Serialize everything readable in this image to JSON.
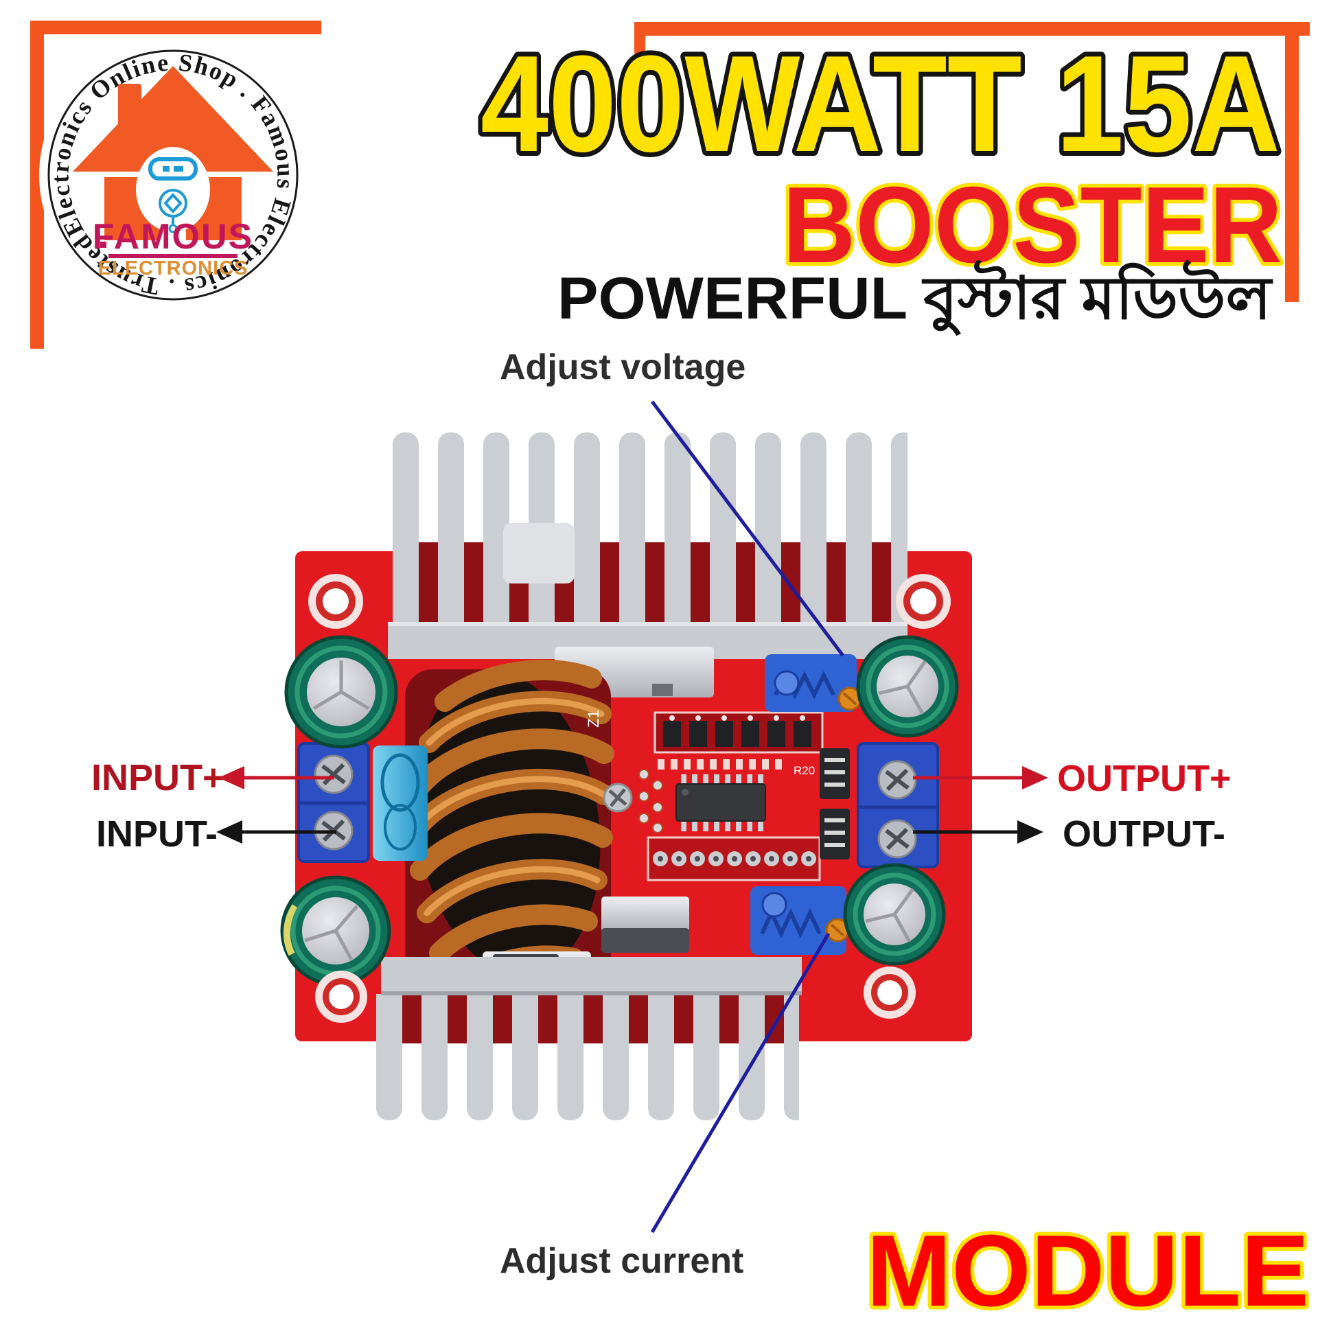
{
  "logo": {
    "circle_text": "Electronics Online Shop . Famous Electronics . Trusted",
    "brand": "FAMOUS",
    "brand_sub": "ELECTRONICS"
  },
  "title": {
    "line1": "400WATT 15A",
    "line2": "BOOSTER",
    "line3": "POWERFUL বুস্টার মডিউল",
    "corner_word": "MODULE"
  },
  "module_labels": {
    "adjust_voltage": "Adjust voltage",
    "adjust_current": "Adjust current",
    "input_plus": "INPUT+",
    "input_minus": "INPUT-",
    "output_plus": "OUTPUT+",
    "output_minus": "OUTPUT-"
  },
  "pcb": {
    "silk_z1": "Z1",
    "silk_r20": "R20"
  },
  "colors": {
    "accent_orange": "#f4551e",
    "title_yellow": "#ffe200",
    "title_red": "#ec1c24",
    "module_red": "#fb0300",
    "pcb_red": "#e21a20",
    "pcb_dark_red": "#8f1116",
    "heatsink_gray": "#cbced3",
    "terminal_blue": "#2c4fc4",
    "trimmer_blue": "#2f63d4",
    "annotation_blue": "#1d1d9e",
    "copper": "#b96a24",
    "cap_teal": "#0e6e57",
    "label_red": "#b01320",
    "label_black": "#151515",
    "logo_orange": "#f15a24",
    "logo_magenta": "#c0175b"
  }
}
